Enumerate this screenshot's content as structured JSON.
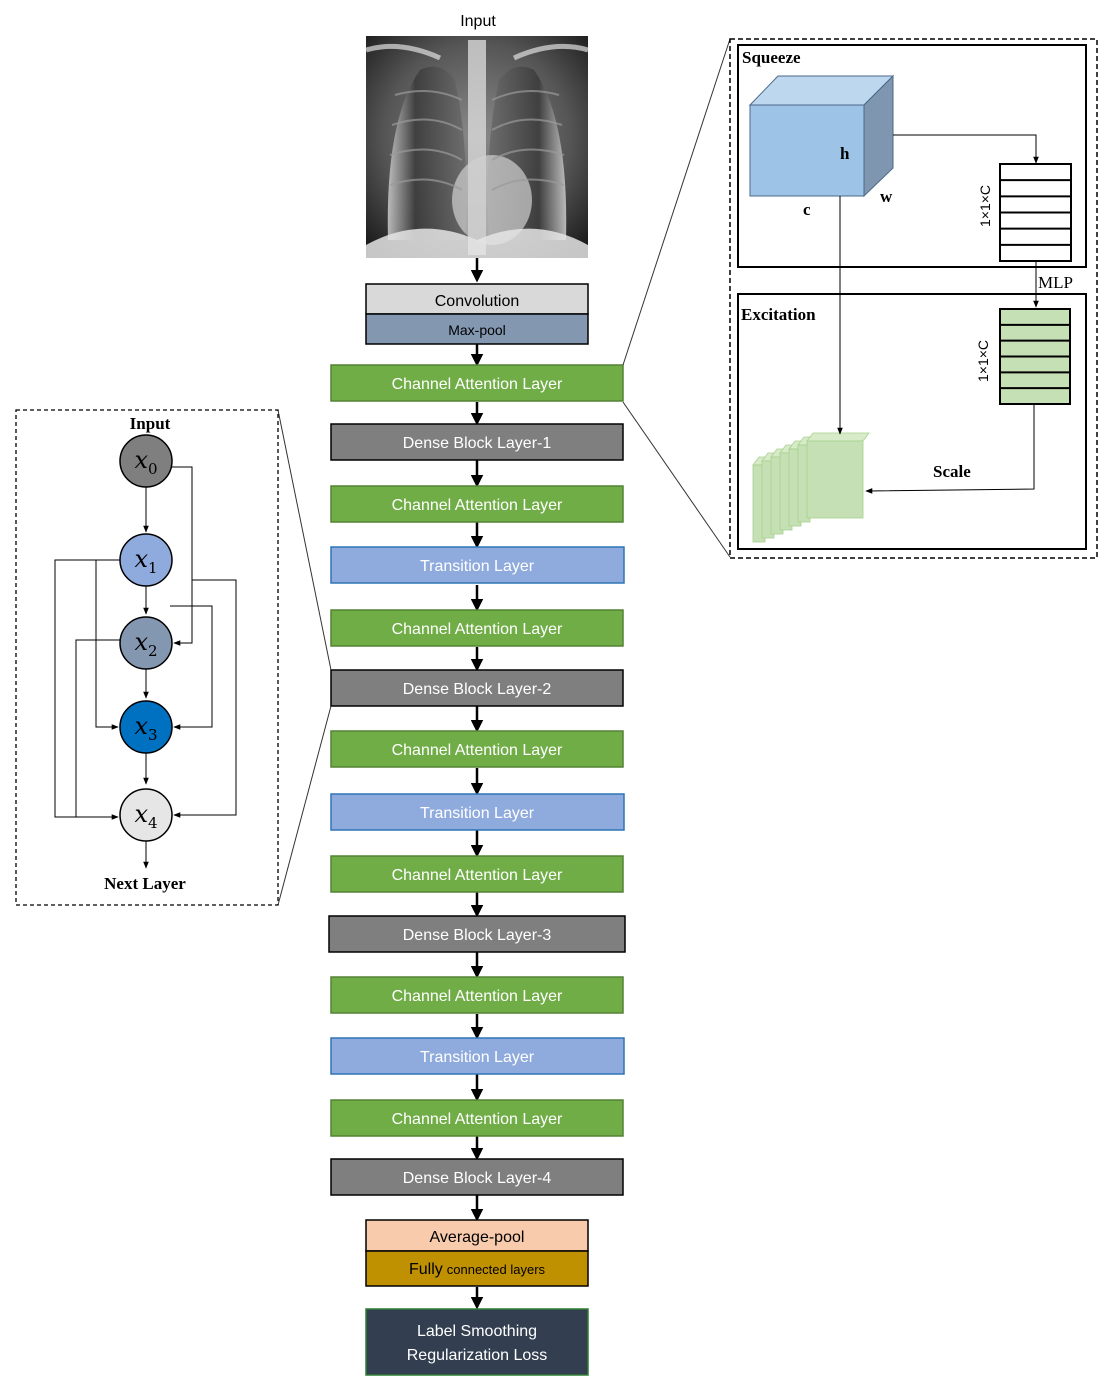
{
  "main": {
    "input_label": "Input",
    "convolution": "Convolution",
    "maxpool": "Max-pool",
    "layers": [
      {
        "label": "Channel Attention Layer",
        "kind": "attention"
      },
      {
        "label": "Dense Block Layer-1",
        "kind": "dense"
      },
      {
        "label": "Channel Attention Layer",
        "kind": "attention"
      },
      {
        "label": "Transition Layer",
        "kind": "transition"
      },
      {
        "label": "Channel Attention Layer",
        "kind": "attention"
      },
      {
        "label": "Dense Block Layer-2",
        "kind": "dense"
      },
      {
        "label": "Channel Attention Layer",
        "kind": "attention"
      },
      {
        "label": "Transition Layer",
        "kind": "transition"
      },
      {
        "label": "Channel Attention Layer",
        "kind": "attention"
      },
      {
        "label": "Dense Block Layer-3",
        "kind": "dense"
      },
      {
        "label": "Channel Attention Layer",
        "kind": "attention"
      },
      {
        "label": "Transition Layer",
        "kind": "transition"
      },
      {
        "label": "Channel Attention Layer",
        "kind": "attention"
      },
      {
        "label": "Dense Block Layer-4",
        "kind": "dense"
      }
    ],
    "avgpool": "Average-pool",
    "fc_main": "Fully",
    "fc_small": "connected layers",
    "loss_line1": "Label Smoothing",
    "loss_line2": "Regularization Loss"
  },
  "dense_detail": {
    "input_label": "Input",
    "next_label": "Next Layer",
    "nodes": [
      {
        "var": "x",
        "sub": "0"
      },
      {
        "var": "x",
        "sub": "1"
      },
      {
        "var": "x",
        "sub": "2"
      },
      {
        "var": "x",
        "sub": "3"
      },
      {
        "var": "x",
        "sub": "4"
      }
    ]
  },
  "se_detail": {
    "squeeze_label": "Squeeze",
    "excitation_label": "Excitation",
    "h": "h",
    "w": "w",
    "c": "c",
    "vec_label": "1×1×C",
    "mlp": "MLP",
    "scale": "Scale"
  },
  "colors": {
    "attention": "#70ad47",
    "dense": "#7f7f7f",
    "transition": "#8faadc",
    "convolution": "#d9d9d9",
    "maxpool": "#8497b0",
    "avgpool": "#f8cbad",
    "fc": "#bf9000",
    "loss": "#333f50",
    "node0": "#7f7f7f",
    "node1": "#8faadc",
    "node2": "#8497b0",
    "node3": "#0070c0",
    "node4": "#e7e6e6",
    "cube_front": "#9dc3e6",
    "vector_green": "#c5e0b4"
  }
}
